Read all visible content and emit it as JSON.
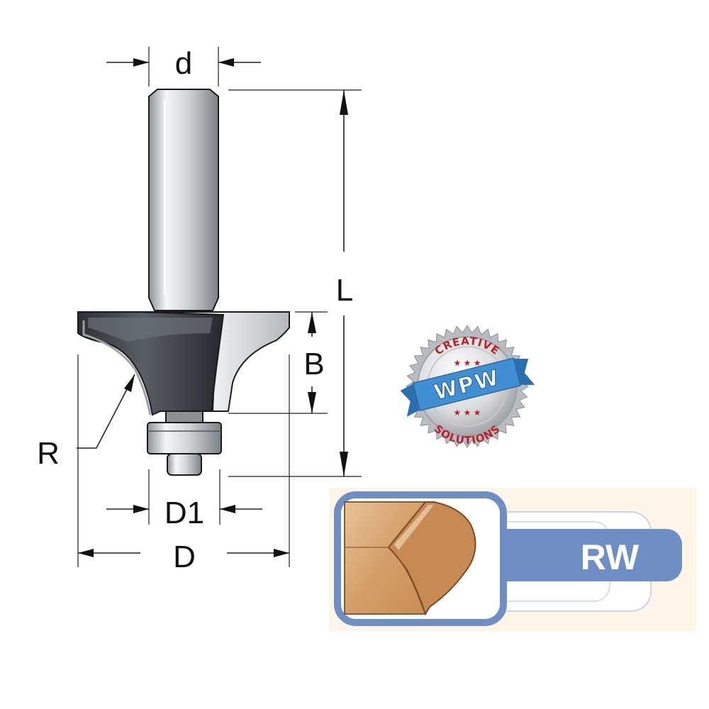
{
  "dimensions": {
    "d": "d",
    "L": "L",
    "B": "B",
    "R": "R",
    "D1": "D1",
    "D": "D"
  },
  "logo": {
    "top_text": "CREATIVE",
    "banner_text": "WPW",
    "bottom_text": "SOLUTIONS"
  },
  "profile": {
    "code": "RW"
  },
  "colors": {
    "steel": "#c9ccd0",
    "carbide": "#3d4148",
    "banner_blue": "#3f8fd2",
    "seal_red": "#b8202a",
    "panel_blue": "#6f8fc4",
    "panel_bg": "#fcf5e8",
    "wood": "#d9a874"
  }
}
